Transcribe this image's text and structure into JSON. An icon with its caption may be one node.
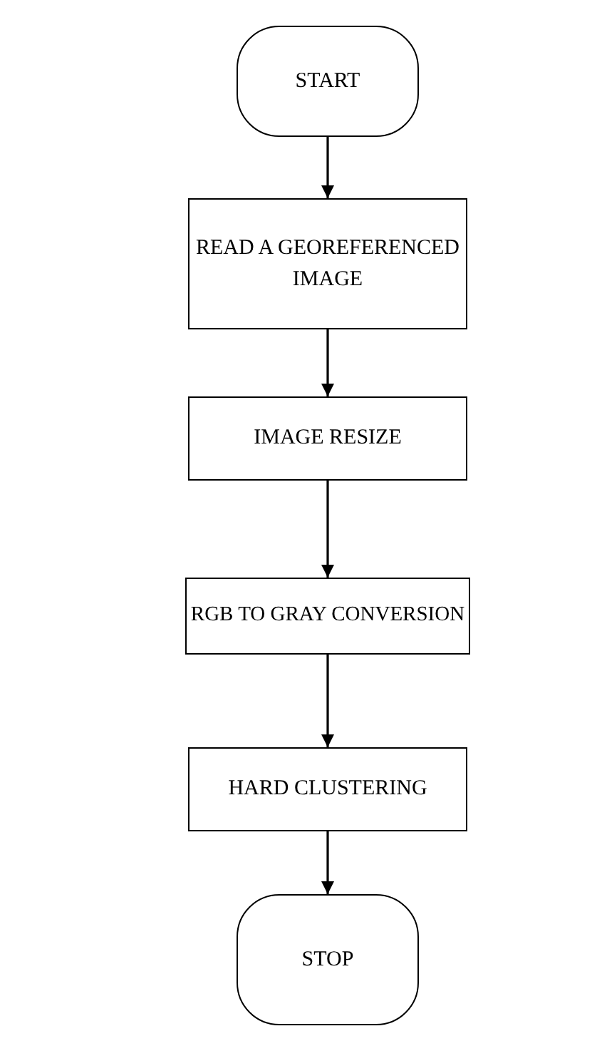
{
  "diagram": {
    "nodes": [
      {
        "text": [
          "START"
        ]
      },
      {
        "text": [
          "READ A GEOREFERENCED IMAGE"
        ]
      },
      {
        "text": [
          "IMAGE RESIZE"
        ]
      },
      {
        "text": [
          "RGB TO GRAY CONVERSION"
        ]
      },
      {
        "text": [
          "HARD CLUSTERING"
        ]
      },
      {
        "text": [
          "STOP"
        ]
      }
    ],
    "edges": [
      {
        "from": 0,
        "to": 1,
        "arrow": "to"
      },
      {
        "from": 1,
        "to": 2,
        "arrow": "to"
      },
      {
        "from": 2,
        "to": 3,
        "arrow": "to"
      },
      {
        "from": 3,
        "to": 4,
        "arrow": "to"
      },
      {
        "from": 4,
        "to": 5,
        "arrow": "to"
      }
    ]
  }
}
